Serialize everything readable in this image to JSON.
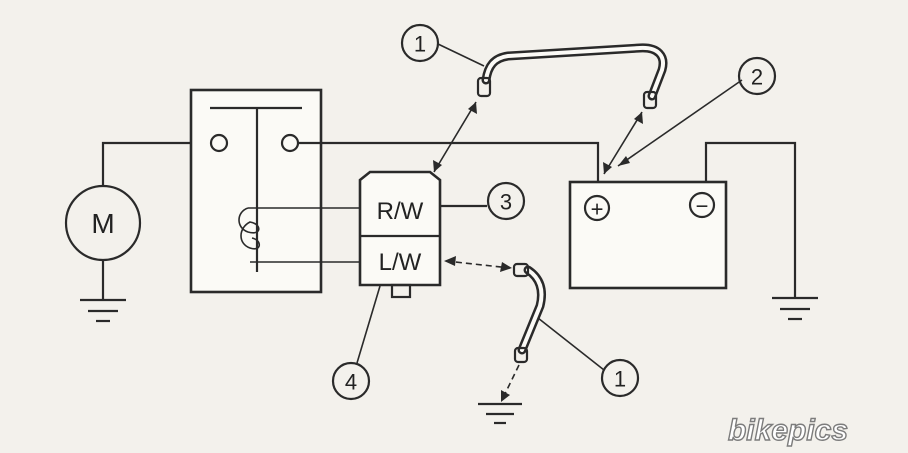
{
  "diagram": {
    "motor_label": "M",
    "connector_top_label": "R/W",
    "connector_bottom_label": "L/W",
    "battery_positive": "+",
    "battery_negative": "−",
    "callouts": [
      "1",
      "2",
      "3",
      "4",
      "1"
    ]
  },
  "watermark": {
    "text": "bikepics"
  },
  "colors": {
    "ink": "#2a2a2a",
    "paper": "#f3f1ec"
  }
}
